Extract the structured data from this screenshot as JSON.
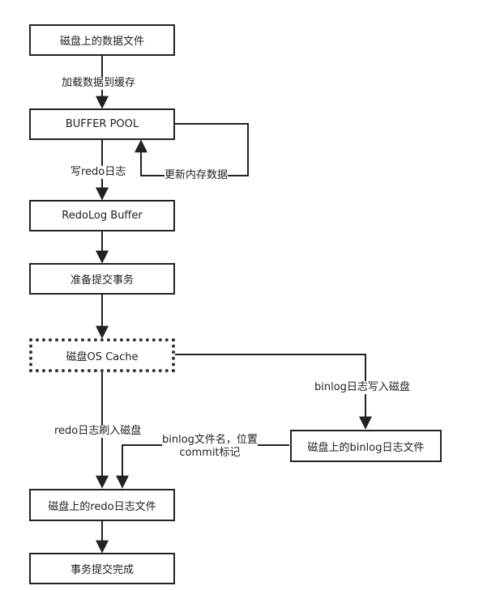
{
  "nodes": {
    "disk_data_file": "磁盘上的数据文件",
    "buffer_pool": "BUFFER POOL",
    "redolog_buffer": "RedoLog Buffer",
    "prepare_commit": "准备提交事务",
    "os_cache": "磁盘OS Cache",
    "binlog_file": "磁盘上的binlog日志文件",
    "redo_file": "磁盘上的redo日志文件",
    "commit_done": "事务提交完成"
  },
  "edges": {
    "load_to_cache": "加载数据到缓存",
    "write_redo": "写redo日志",
    "update_memory": "更新内存数据",
    "binlog_write": "binlog日志写入磁盘",
    "redo_flush": "redo日志刷入磁盘",
    "binlog_name_line1": "binlog文件名，位置",
    "binlog_name_line2": "commit标记"
  }
}
